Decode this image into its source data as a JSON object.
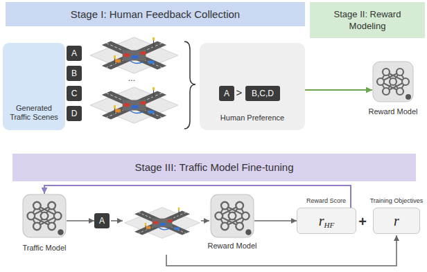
{
  "diagram": {
    "nodes": [
      {
        "text": [
          "Stage I: Human Feedback Collection"
        ]
      },
      {
        "text": [
          "Stage II: Reward Modeling"
        ]
      },
      {
        "text": [
          "Generated Traffic Scenes"
        ]
      },
      {
        "text": [
          "A"
        ]
      },
      {
        "text": [
          "B"
        ]
      },
      {
        "text": [
          "C"
        ]
      },
      {
        "text": [
          "D"
        ]
      },
      {
        "text": [
          "Human Preference"
        ]
      },
      {
        "text": [
          "A"
        ],
        "in": 7
      },
      {
        "text": [
          "B,C,D"
        ],
        "in": 7
      },
      {
        "text": [
          "Reward Model"
        ]
      },
      {
        "text": [
          "Stage III: Traffic Model Fine-tuning"
        ]
      },
      {
        "text": [
          "Traffic Model"
        ]
      },
      {
        "text": [
          "A"
        ]
      },
      {
        "text": [
          "Reward Model"
        ]
      },
      {
        "text": [
          "Reward Score",
          "r",
          "HF"
        ]
      },
      {
        "text": [
          "Training Objectives",
          "r"
        ]
      }
    ],
    "edges": [
      {
        "from": 7,
        "to": 10,
        "arrow": "to"
      },
      {
        "from": 12,
        "to": 13,
        "arrow": "to"
      },
      {
        "from": 14,
        "to": 15,
        "arrow": "to"
      },
      {
        "from": 15,
        "to": 12,
        "arrow": "to"
      }
    ],
    "labels": [
      "...",
      ">",
      "+"
    ]
  }
}
